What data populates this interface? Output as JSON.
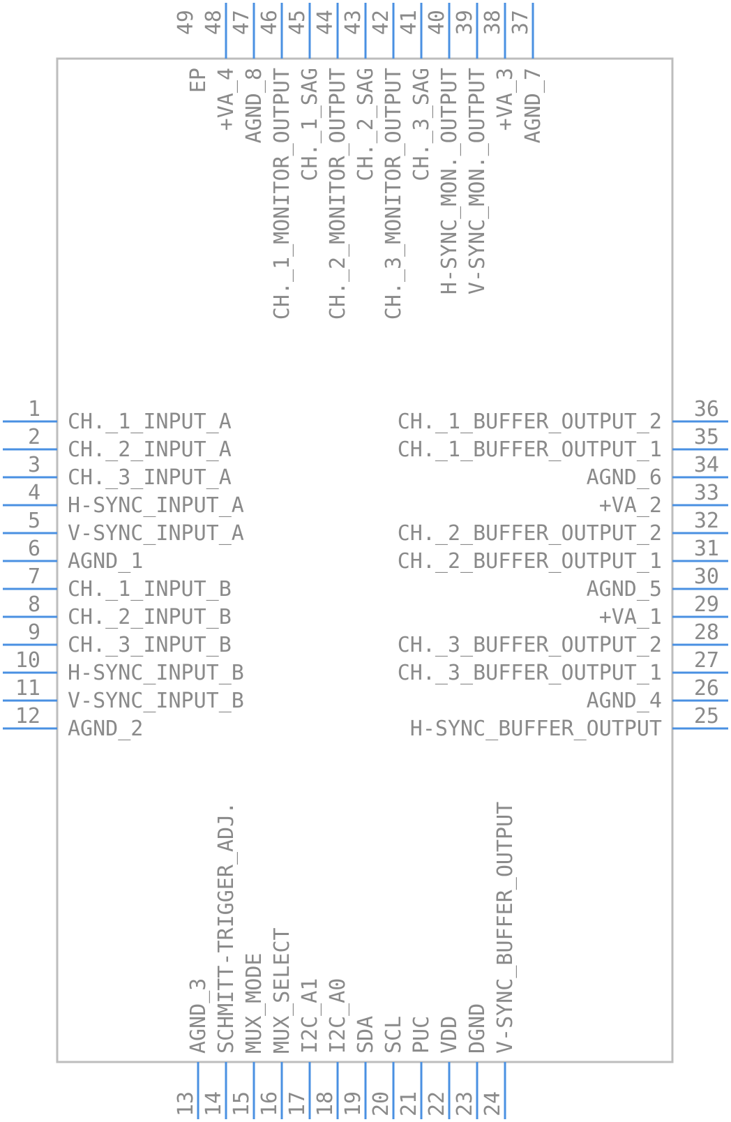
{
  "colors": {
    "pin": "#4a90e2",
    "body": "#bdbdbd",
    "text": "#8a8a8a"
  },
  "pins": {
    "left": [
      {
        "num": "1",
        "label": "CH._1_INPUT_A"
      },
      {
        "num": "2",
        "label": "CH._2_INPUT_A"
      },
      {
        "num": "3",
        "label": "CH._3_INPUT_A"
      },
      {
        "num": "4",
        "label": "H-SYNC_INPUT_A"
      },
      {
        "num": "5",
        "label": "V-SYNC_INPUT_A"
      },
      {
        "num": "6",
        "label": "AGND_1"
      },
      {
        "num": "7",
        "label": "CH._1_INPUT_B"
      },
      {
        "num": "8",
        "label": "CH._2_INPUT_B"
      },
      {
        "num": "9",
        "label": "CH._3_INPUT_B"
      },
      {
        "num": "10",
        "label": "H-SYNC_INPUT_B"
      },
      {
        "num": "11",
        "label": "V-SYNC_INPUT_B"
      },
      {
        "num": "12",
        "label": "AGND_2"
      }
    ],
    "right": [
      {
        "num": "36",
        "label": "CH._1_BUFFER_OUTPUT_2"
      },
      {
        "num": "35",
        "label": "CH._1_BUFFER_OUTPUT_1"
      },
      {
        "num": "34",
        "label": "AGND_6"
      },
      {
        "num": "33",
        "label": "+VA_2"
      },
      {
        "num": "32",
        "label": "CH._2_BUFFER_OUTPUT_2"
      },
      {
        "num": "31",
        "label": "CH._2_BUFFER_OUTPUT_1"
      },
      {
        "num": "30",
        "label": "AGND_5"
      },
      {
        "num": "29",
        "label": "+VA_1"
      },
      {
        "num": "28",
        "label": "CH._3_BUFFER_OUTPUT_2"
      },
      {
        "num": "27",
        "label": "CH._3_BUFFER_OUTPUT_1"
      },
      {
        "num": "26",
        "label": "AGND_4"
      },
      {
        "num": "25",
        "label": "H-SYNC_BUFFER_OUTPUT"
      }
    ],
    "top": [
      {
        "num": "49",
        "label": "EP"
      },
      {
        "num": "48",
        "label": "+VA_4"
      },
      {
        "num": "47",
        "label": "AGND_8"
      },
      {
        "num": "46",
        "label": "CH._1_MONITOR_OUTPUT"
      },
      {
        "num": "45",
        "label": "CH._1_SAG"
      },
      {
        "num": "44",
        "label": "CH._2_MONITOR_OUTPUT"
      },
      {
        "num": "43",
        "label": "CH._2_SAG"
      },
      {
        "num": "42",
        "label": "CH._3_MONITOR_OUTPUT"
      },
      {
        "num": "41",
        "label": "CH._3_SAG"
      },
      {
        "num": "40",
        "label": "H-SYNC_MON._OUTPUT"
      },
      {
        "num": "39",
        "label": "V-SYNC_MON._OUTPUT"
      },
      {
        "num": "38",
        "label": "+VA_3"
      },
      {
        "num": "37",
        "label": "AGND_7"
      }
    ],
    "bottom": [
      {
        "num": "13",
        "label": "AGND_3"
      },
      {
        "num": "14",
        "label": "SCHMITT-TRIGGER_ADJ."
      },
      {
        "num": "15",
        "label": "MUX_MODE"
      },
      {
        "num": "16",
        "label": "MUX_SELECT"
      },
      {
        "num": "17",
        "label": "I2C_A1"
      },
      {
        "num": "18",
        "label": "I2C_A0"
      },
      {
        "num": "19",
        "label": "SDA"
      },
      {
        "num": "20",
        "label": "SCL"
      },
      {
        "num": "21",
        "label": "PUC"
      },
      {
        "num": "22",
        "label": "VDD"
      },
      {
        "num": "23",
        "label": "DGND"
      },
      {
        "num": "24",
        "label": "V-SYNC_BUFFER_OUTPUT"
      }
    ]
  }
}
